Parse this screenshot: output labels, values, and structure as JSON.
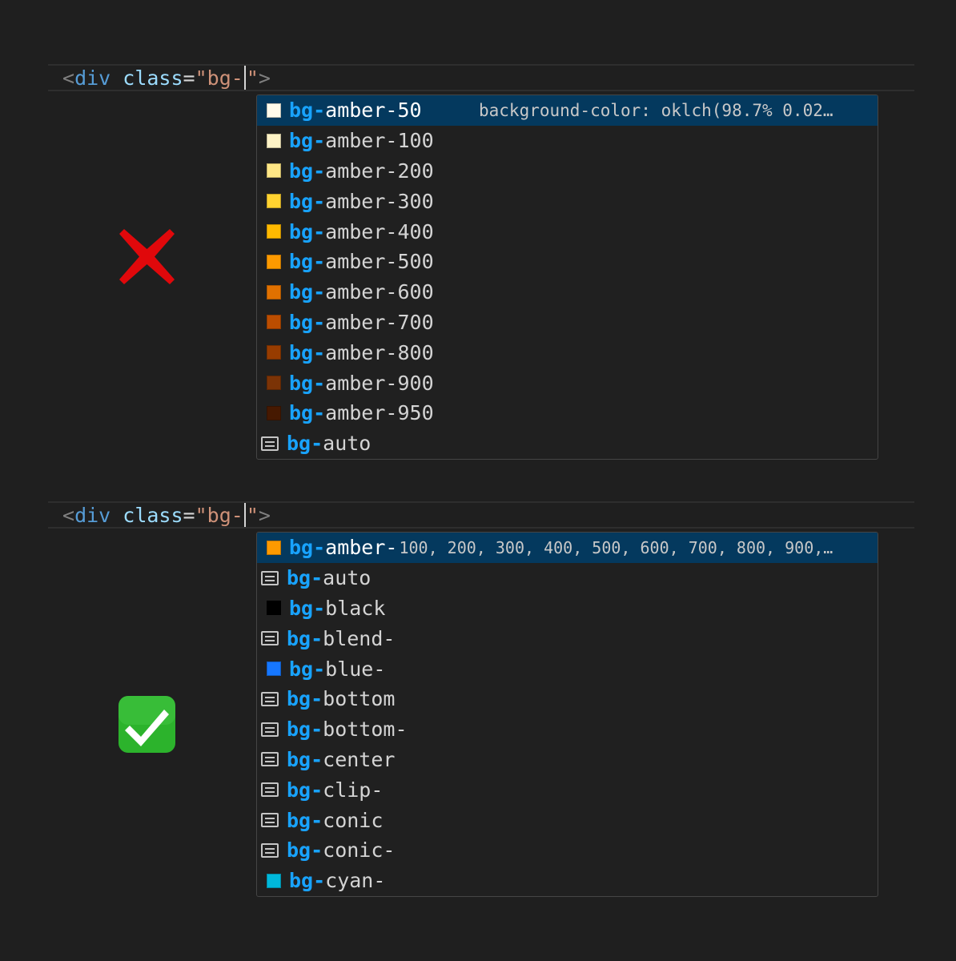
{
  "top": {
    "code": {
      "open": "<",
      "tag": "div",
      "attr": "class",
      "eq": "=",
      "str_before": "\"bg-",
      "str_after": "\"",
      "close": ">"
    },
    "suggestions": [
      {
        "prefix": "bg-",
        "rest": "amber-50",
        "color": "#fffbeb",
        "icon": "color-swatch",
        "detail": "background-color: oklch(98.7% 0.02…",
        "selected": true
      },
      {
        "prefix": "bg-",
        "rest": "amber-100",
        "color": "#fef3c6",
        "icon": "color-swatch"
      },
      {
        "prefix": "bg-",
        "rest": "amber-200",
        "color": "#fee685",
        "icon": "color-swatch"
      },
      {
        "prefix": "bg-",
        "rest": "amber-300",
        "color": "#ffd230",
        "icon": "color-swatch"
      },
      {
        "prefix": "bg-",
        "rest": "amber-400",
        "color": "#ffb900",
        "icon": "color-swatch"
      },
      {
        "prefix": "bg-",
        "rest": "amber-500",
        "color": "#fe9a00",
        "icon": "color-swatch"
      },
      {
        "prefix": "bg-",
        "rest": "amber-600",
        "color": "#e17100",
        "icon": "color-swatch"
      },
      {
        "prefix": "bg-",
        "rest": "amber-700",
        "color": "#bb4d00",
        "icon": "color-swatch"
      },
      {
        "prefix": "bg-",
        "rest": "amber-800",
        "color": "#973c00",
        "icon": "color-swatch"
      },
      {
        "prefix": "bg-",
        "rest": "amber-900",
        "color": "#7b3306",
        "icon": "color-swatch"
      },
      {
        "prefix": "bg-",
        "rest": "amber-950",
        "color": "#461901",
        "icon": "color-swatch"
      },
      {
        "prefix": "bg-",
        "rest": "auto",
        "icon": "value-icon"
      }
    ]
  },
  "bottom": {
    "code": {
      "open": "<",
      "tag": "div",
      "attr": "class",
      "eq": "=",
      "str_before": "\"bg-",
      "str_after": "\"",
      "close": ">"
    },
    "suggestions": [
      {
        "prefix": "bg-",
        "rest": "amber-",
        "color": "#fe9a00",
        "icon": "color-swatch",
        "detail": "100, 200, 300, 400, 500, 600, 700, 800, 900,…",
        "selected": true
      },
      {
        "prefix": "bg-",
        "rest": "auto",
        "icon": "value-icon"
      },
      {
        "prefix": "bg-",
        "rest": "black",
        "color": "#000000",
        "icon": "color-swatch"
      },
      {
        "prefix": "bg-",
        "rest": "blend-",
        "icon": "value-icon"
      },
      {
        "prefix": "bg-",
        "rest": "blue-",
        "color": "#1677ff",
        "icon": "color-swatch"
      },
      {
        "prefix": "bg-",
        "rest": "bottom",
        "icon": "value-icon"
      },
      {
        "prefix": "bg-",
        "rest": "bottom-",
        "icon": "value-icon"
      },
      {
        "prefix": "bg-",
        "rest": "center",
        "icon": "value-icon"
      },
      {
        "prefix": "bg-",
        "rest": "clip-",
        "icon": "value-icon"
      },
      {
        "prefix": "bg-",
        "rest": "conic",
        "icon": "value-icon"
      },
      {
        "prefix": "bg-",
        "rest": "conic-",
        "icon": "value-icon"
      },
      {
        "prefix": "bg-",
        "rest": "cyan-",
        "color": "#00b8db",
        "icon": "color-swatch"
      }
    ]
  },
  "marks": {
    "bad": {
      "icon": "cross-mark-icon",
      "color": "#e0080b"
    },
    "good": {
      "icon": "check-mark-button-icon",
      "color": "#2cb32c"
    }
  }
}
